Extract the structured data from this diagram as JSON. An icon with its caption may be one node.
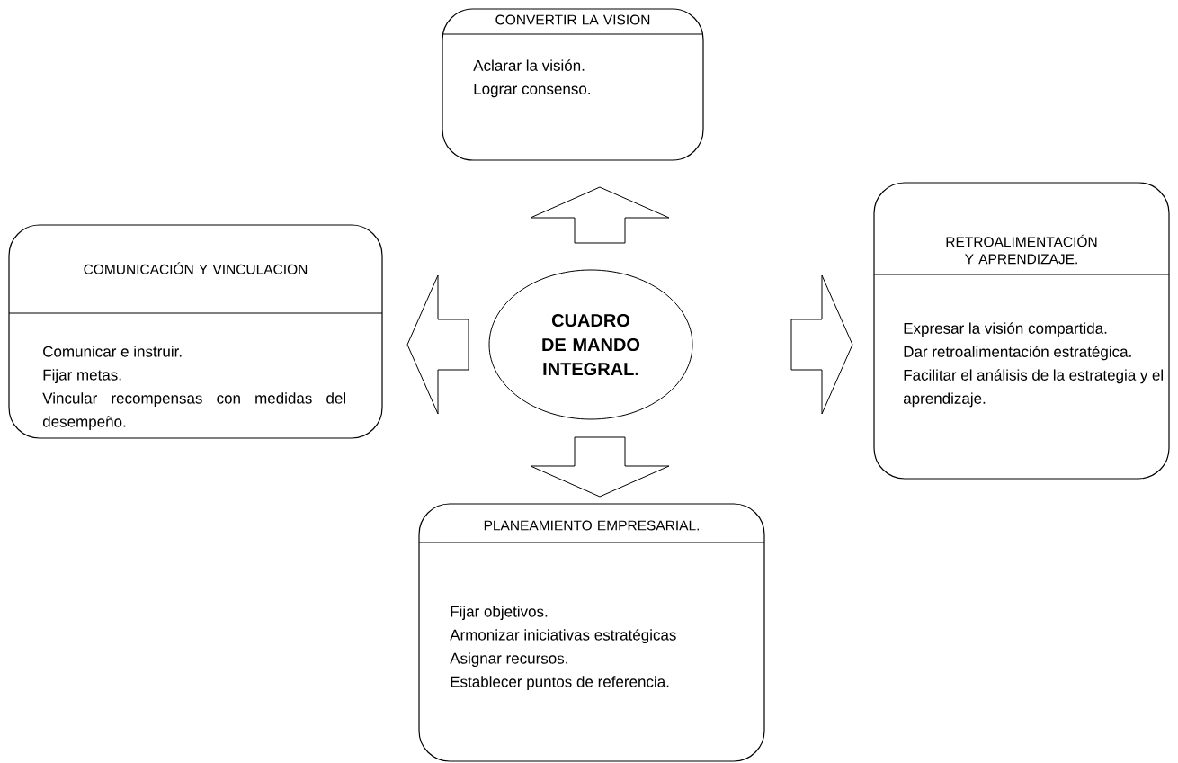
{
  "diagram": {
    "nodes": [
      {
        "text": [
          "CUADRO DE MANDO INTEGRAL."
        ]
      },
      {
        "text": [
          "CONVERTIR LA VISION",
          "Aclarar la visión.",
          "Lograr consenso."
        ]
      },
      {
        "text": [
          "COMUNICACIÓN Y VINCULACION",
          "Comunicar e instruir.",
          "Fijar metas.",
          "Vincular recompensas con medidas del desempeño."
        ]
      },
      {
        "text": [
          "RETROALIMENTACIÓN Y APRENDIZAJE.",
          "Expresar la visión compartida.",
          "Dar retroalimentación estratégica.",
          "Facilitar el análisis de la estrategia y el aprendizaje."
        ]
      },
      {
        "text": [
          "PLANEAMIENTO EMPRESARIAL.",
          "Fijar objetivos.",
          "Armonizar iniciativas estratégicas",
          "Asignar recursos.",
          "Establecer puntos de referencia."
        ]
      }
    ],
    "edges": [
      {
        "from": 0,
        "to": 1,
        "arrow": "to"
      },
      {
        "from": 0,
        "to": 2,
        "arrow": "to"
      },
      {
        "from": 0,
        "to": 3,
        "arrow": "to"
      },
      {
        "from": 0,
        "to": 4,
        "arrow": "to"
      }
    ]
  }
}
